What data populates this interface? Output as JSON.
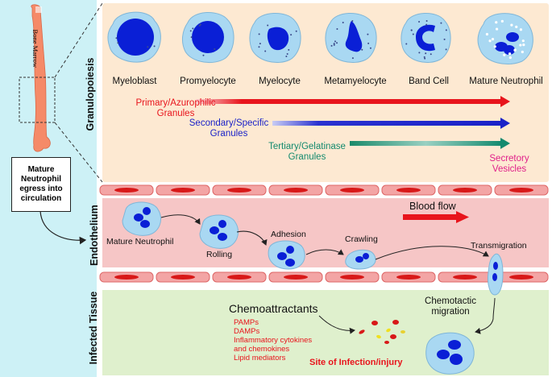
{
  "sections": {
    "granulopoiesis": "Granulopoiesis",
    "endothelium": "Endothelium",
    "infected_tissue": "Infected Tissue"
  },
  "bone_marrow": "Bone Marrow",
  "egress_box": "Mature Neutrophil egress into circulation",
  "stages": [
    "Myeloblast",
    "Promyelocyte",
    "Myelocyte",
    "Metamyelocyte",
    "Band Cell",
    "Mature Neutrophil"
  ],
  "granules": {
    "primary": "Primary/Azurophilic Granules",
    "secondary": "Secondary/Specific Granules",
    "tertiary": "Tertiary/Gelatinase Granules",
    "secretory": "Secretory Vesicles"
  },
  "endothelium_steps": {
    "mature": "Mature Neutrophil",
    "rolling": "Rolling",
    "adhesion": "Adhesion",
    "crawling": "Crawling",
    "transmigration": "Transmigration",
    "blood_flow": "Blood flow"
  },
  "tissue": {
    "chemoattractants": "Chemoattractants",
    "chemotactic": "Chemotactic migration",
    "factors": [
      "PAMPs",
      "DAMPs",
      "Inflammatory cytokines",
      "and chemokines",
      "Lipid mediators"
    ],
    "site": "Site of Infection/injury"
  },
  "colors": {
    "primary": "#e8141c",
    "secondary": "#1a22c8",
    "tertiary": "#138a6e",
    "secretory": "#e0208a",
    "nucleus": "#0a1fd6",
    "cytoplasm": "#a9d8f2",
    "granulo_bg": "#fde9d2",
    "endo_bg": "#f6c6c6",
    "tissue_bg": "#dff0cd",
    "left_bg": "#cdf1f6"
  }
}
